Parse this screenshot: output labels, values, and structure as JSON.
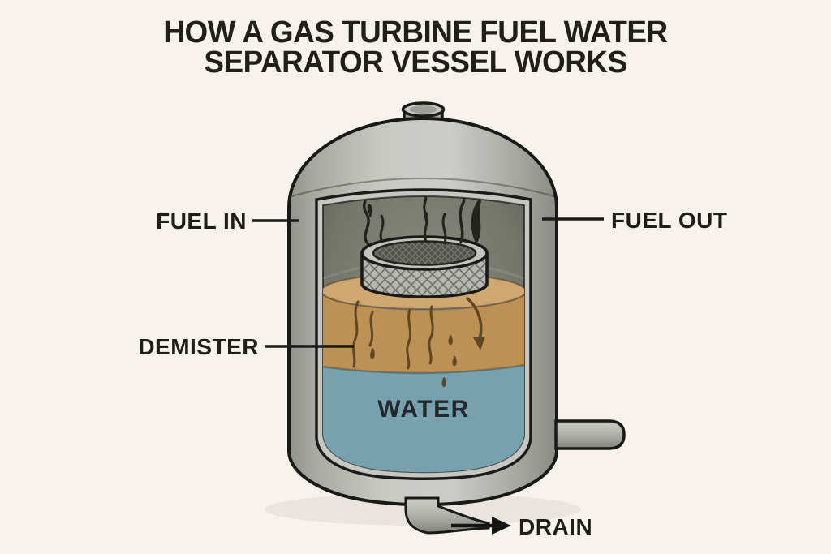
{
  "title": {
    "line1": "HOW A GAS TURBINE FUEL WATER",
    "line2": "SEPARATOR VESSEL WORKS"
  },
  "labels": {
    "fuel_in": "FUEL IN",
    "fuel_out": "FUEL OUT",
    "demister": "DEMISTER",
    "water": "WATER",
    "drain": "DRAIN"
  },
  "colors": {
    "background": "#f7f3ec",
    "outline": "#1a1a17",
    "vessel_gray": "#b9b9b3",
    "vessel_rim": "#c7c7c1",
    "interior_gas": "#666961",
    "fuel_tan": "#c39760",
    "fuel_surface": "#d0a671",
    "water_blue": "#78a1b0",
    "droplet_brown": "#5f4724",
    "label_text": "#201d18"
  }
}
